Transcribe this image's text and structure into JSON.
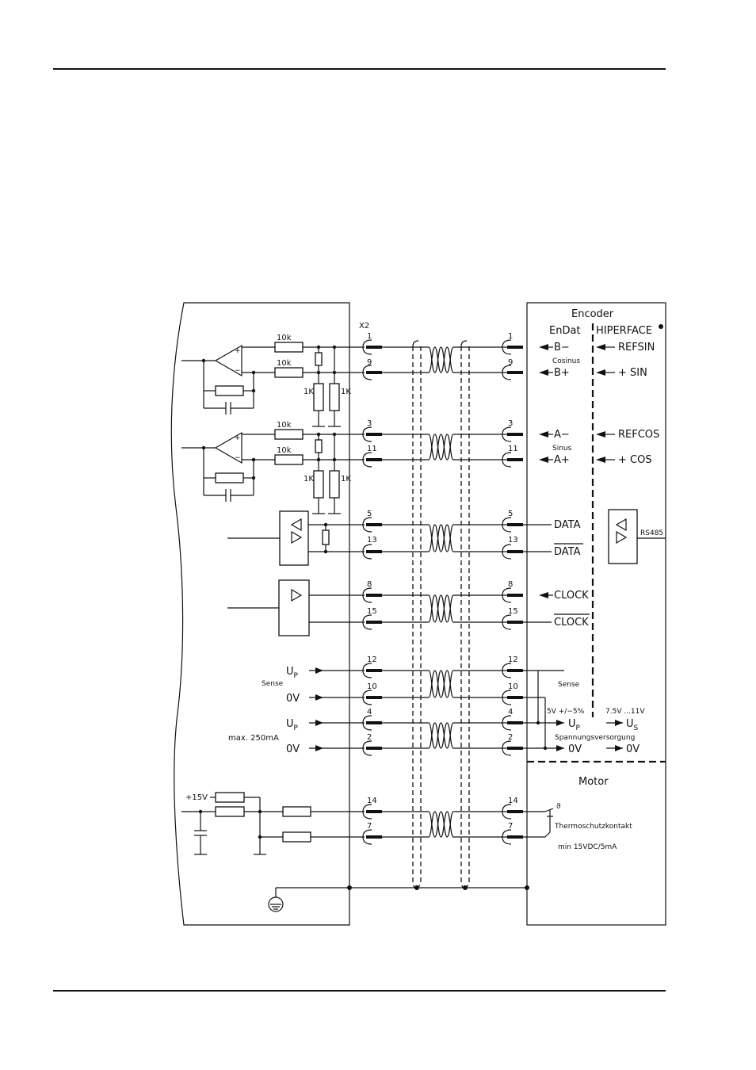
{
  "connector": {
    "name": "X2"
  },
  "encoder": {
    "title": "Encoder",
    "col_endat": "EnDat",
    "col_hiperface": "HIPERFACE",
    "reg_mark": "®",
    "cosinus": "Cosinus",
    "sinus": "Sinus",
    "motor": "Motor"
  },
  "resistors": {
    "r10k": "10k",
    "r1k": "1K"
  },
  "pins": {
    "p1": "1",
    "p9": "9",
    "p3": "3",
    "p11": "11",
    "p5": "5",
    "p13": "13",
    "p8": "8",
    "p15": "15",
    "p12": "12",
    "p10": "10",
    "p4": "4",
    "p2": "2",
    "p14": "14",
    "p7": "7"
  },
  "signals": {
    "b_minus": "B−",
    "b_plus": "B+",
    "refsin": "REFSIN",
    "sin": "+  SIN",
    "a_minus": "A−",
    "a_plus": "A+",
    "refcos": "REFCOS",
    "cos": "+  COS",
    "data": "DATA",
    "data_bar": "DATA",
    "clock": "CLOCK",
    "clock_bar": "CLOCK",
    "rs485": "RS485"
  },
  "supply": {
    "up": "U",
    "up_sub": "P",
    "zero_v": "0V",
    "sense": "Sense",
    "max_current": "max. 250mA",
    "enc_sense": "Sense",
    "tolerance": "5V +/−5%",
    "range": "7.5V  ...11V",
    "enc_up": "U",
    "enc_up_sub": "P",
    "enc_us": "U",
    "enc_us_sub": "S",
    "supply_label": "Spannungsversorgung",
    "enc_0v_a": "0V",
    "enc_0v_b": "0V"
  },
  "thermal": {
    "plus15v": "+15V",
    "contact": "Thermoschutzkontakt",
    "rating": "min 15VDC/5mA",
    "theta": "ϑ"
  }
}
